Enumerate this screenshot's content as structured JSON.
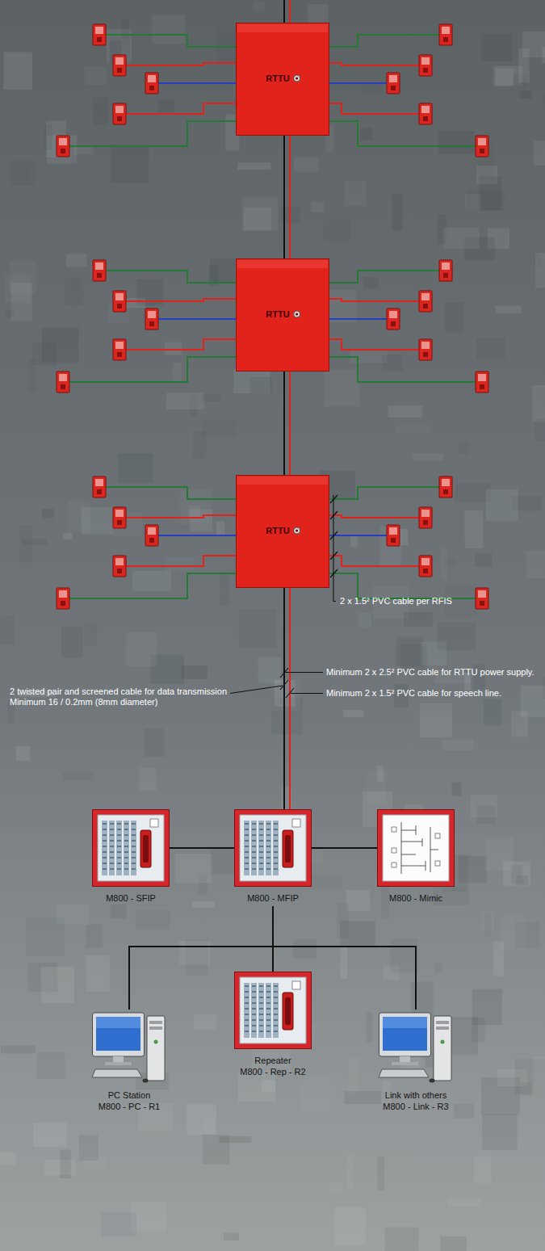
{
  "diagram": {
    "nodes": [
      {
        "text": [
          "RTTU"
        ]
      },
      {
        "text": [
          "RTTU"
        ]
      },
      {
        "text": [
          "RTTU"
        ]
      },
      {
        "text": [
          "M800 - SFIP"
        ]
      },
      {
        "text": [
          "M800 - MFIP"
        ]
      },
      {
        "text": [
          "M800 - Mimic"
        ]
      },
      {
        "text": [
          "PC Station",
          "M800 - PC - R1"
        ]
      },
      {
        "text": [
          "Repeater",
          "M800 - Rep - R2"
        ]
      },
      {
        "text": [
          "Link with others",
          "M800 - Link - R3"
        ]
      }
    ],
    "edges": [
      {
        "from": 0,
        "to": 1,
        "arrow": "none"
      },
      {
        "from": 1,
        "to": 2,
        "arrow": "none"
      },
      {
        "from": 2,
        "to": 4,
        "arrow": "none"
      },
      {
        "from": 3,
        "to": 4,
        "arrow": "none"
      },
      {
        "from": 4,
        "to": 5,
        "arrow": "none"
      },
      {
        "from": 4,
        "to": 6,
        "arrow": "none"
      },
      {
        "from": 4,
        "to": 7,
        "arrow": "none"
      },
      {
        "from": 4,
        "to": 8,
        "arrow": "none"
      }
    ],
    "labels": [
      "2 x 1.5² PVC cable per RFIS",
      "2 twisted pair and screened cable for data transmission",
      "Minimum 16 / 0.2mm (8mm diameter)",
      "Minimum 2 x 2.5² PVC cable for RTTU power supply.",
      "Minimum 2 x 1.5² PVC cable for speech line."
    ]
  }
}
